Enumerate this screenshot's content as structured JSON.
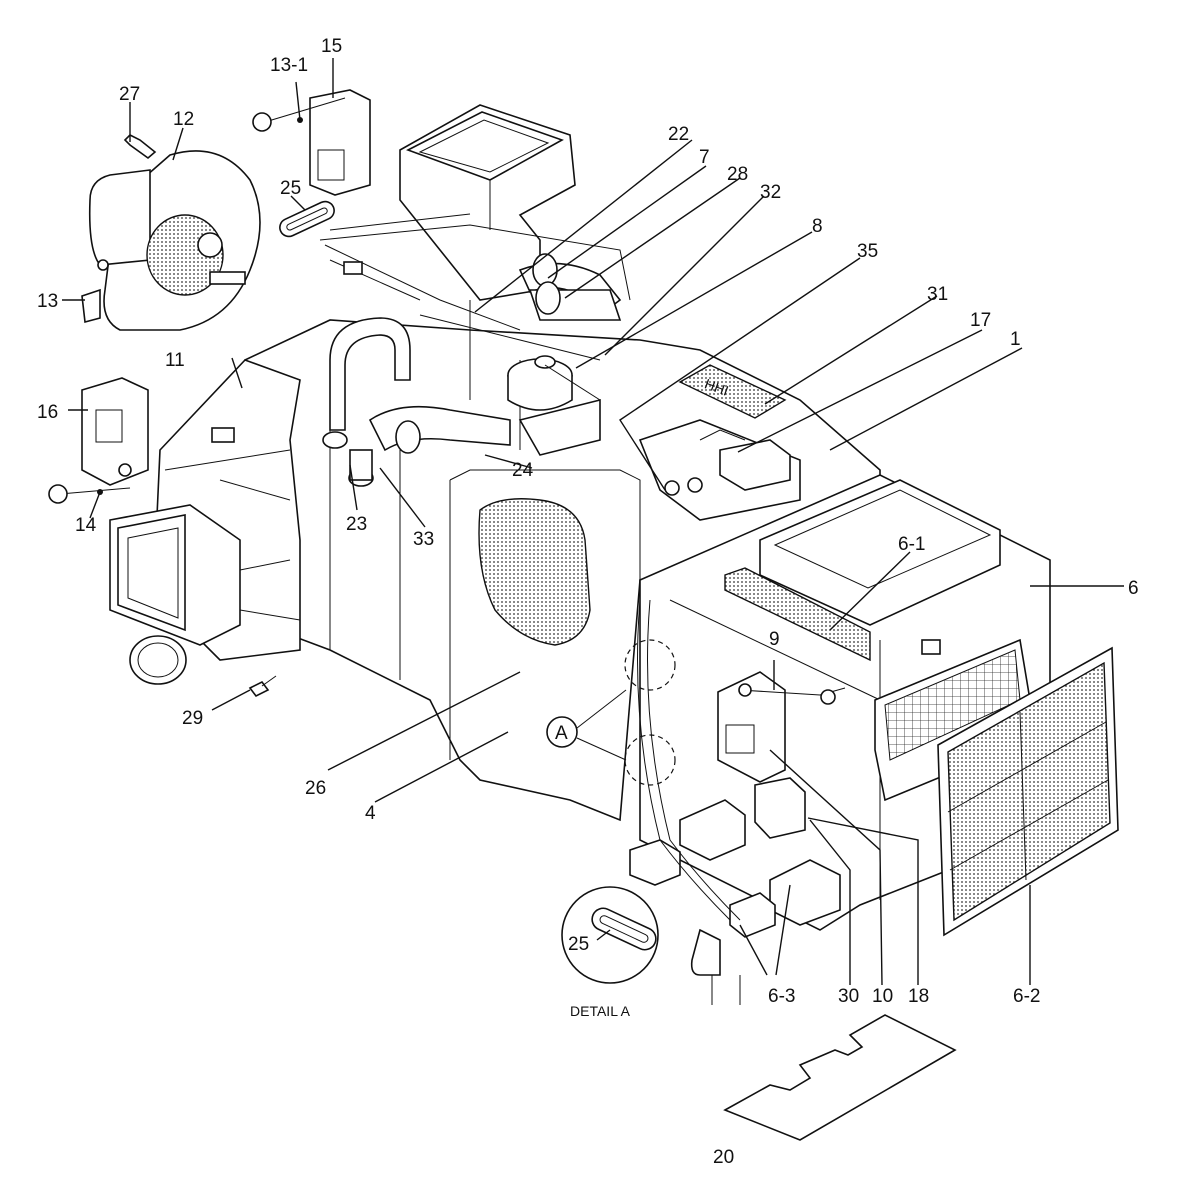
{
  "labels": {
    "l1": "1",
    "l4": "4",
    "l6": "6",
    "l6_1": "6-1",
    "l6_2": "6-2",
    "l6_3": "6-3",
    "l7": "7",
    "l8": "8",
    "l9": "9",
    "l10": "10",
    "l11": "11",
    "l12": "12",
    "l13": "13",
    "l13_1": "13-1",
    "l14": "14",
    "l15": "15",
    "l16": "16",
    "l17": "17",
    "l18": "18",
    "l20": "20",
    "l22": "22",
    "l23": "23",
    "l24": "24",
    "l25": "25",
    "l25b": "25",
    "l26": "26",
    "l27": "27",
    "l28": "28",
    "l29": "29",
    "l30": "30",
    "l31": "31",
    "l32": "32",
    "l33": "33",
    "l35": "35",
    "detailMark": "A",
    "detailText": "DETAIL A"
  }
}
